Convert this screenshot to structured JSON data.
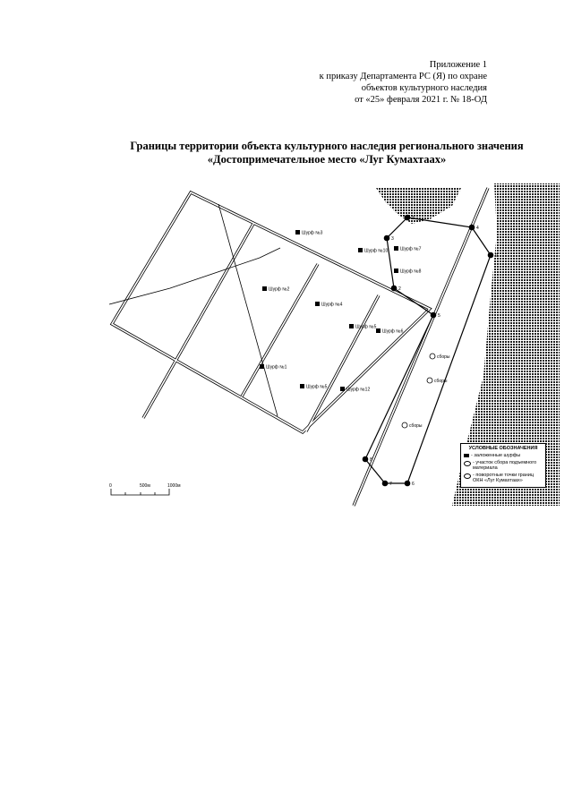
{
  "appendix": {
    "line1": "Приложение 1",
    "line2": "к приказу Департамента РС (Я) по охране",
    "line3": "объектов культурного наследия",
    "line4": "от «25» февраля 2021 г. № 18-ОД"
  },
  "title": {
    "line1": "Границы территории объекта культурного наследия регионального значения",
    "line2": "«Достопримечательное место «Луг Кумахтаах»"
  },
  "map": {
    "pits": [
      "Шурф №3",
      "Шурф №2",
      "Шурф №4",
      "Шурф №5",
      "Шурф №6",
      "Шурф №1",
      "Шурф №5",
      "Шурф №12",
      "Шурф №10",
      "Шурф №7",
      "Шурф №8"
    ],
    "finds": [
      "сборы",
      "сборы",
      "сборы"
    ],
    "points": [
      "1",
      "2",
      "3",
      "4",
      "5",
      "6",
      "7",
      "8",
      "9"
    ],
    "scale": {
      "zero": "0",
      "mid": "500м",
      "end": "1000м"
    },
    "legend": {
      "title": "УСЛОВНЫЕ ОБОЗНАЧЕНИЯ",
      "pits": "- заложенные шурфы",
      "finds": "- участок сбора подъемного материала",
      "points": "- поворотные точки границ ОКН «Луг Кумахтаах»"
    }
  }
}
